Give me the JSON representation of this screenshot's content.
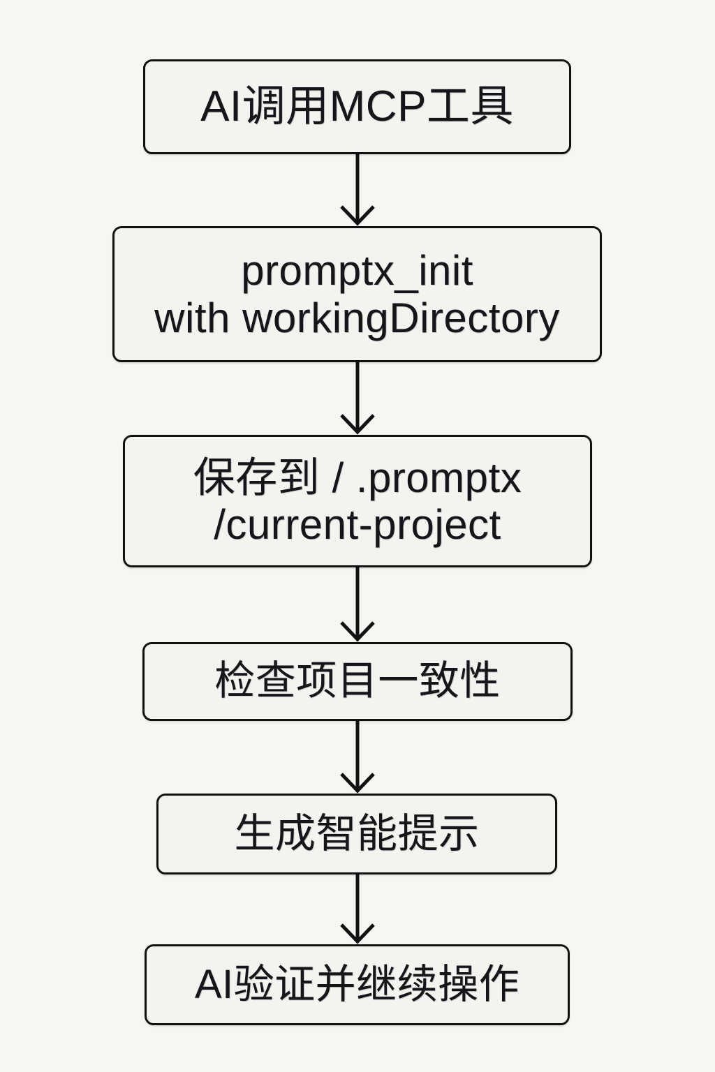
{
  "diagram": {
    "title": "PromptX MCP initialization flow",
    "orientation": "top-to-bottom",
    "background_color": "#f7f6f2",
    "node_fill_color": "#f4f3ef",
    "node_border_color": "#111111",
    "text_color": "#15161a",
    "nodes": [
      {
        "id": "ai-calls-mcp-tool",
        "label": "AI调用MCP工具"
      },
      {
        "id": "promptx-init",
        "label": "promptx_init\nwith workingDirectory"
      },
      {
        "id": "save-to-current-project",
        "label": "保存到 / .promptx\n/current-project"
      },
      {
        "id": "check-project-consistency",
        "label": "检查项目一致性"
      },
      {
        "id": "generate-smart-prompt",
        "label": "生成智能提示"
      },
      {
        "id": "ai-verify-and-continue",
        "label": "AI验证并继续操作"
      }
    ],
    "edges": [
      {
        "from": "ai-calls-mcp-tool",
        "to": "promptx-init",
        "label": "",
        "arrowhead": "open-v"
      },
      {
        "from": "promptx-init",
        "to": "save-to-current-project",
        "label": "",
        "arrowhead": "open-v"
      },
      {
        "from": "save-to-current-project",
        "to": "check-project-consistency",
        "label": "",
        "arrowhead": "open-v"
      },
      {
        "from": "check-project-consistency",
        "to": "generate-smart-prompt",
        "label": "",
        "arrowhead": "open-v"
      },
      {
        "from": "generate-smart-prompt",
        "to": "ai-verify-and-continue",
        "label": "",
        "arrowhead": "open-v"
      }
    ]
  }
}
